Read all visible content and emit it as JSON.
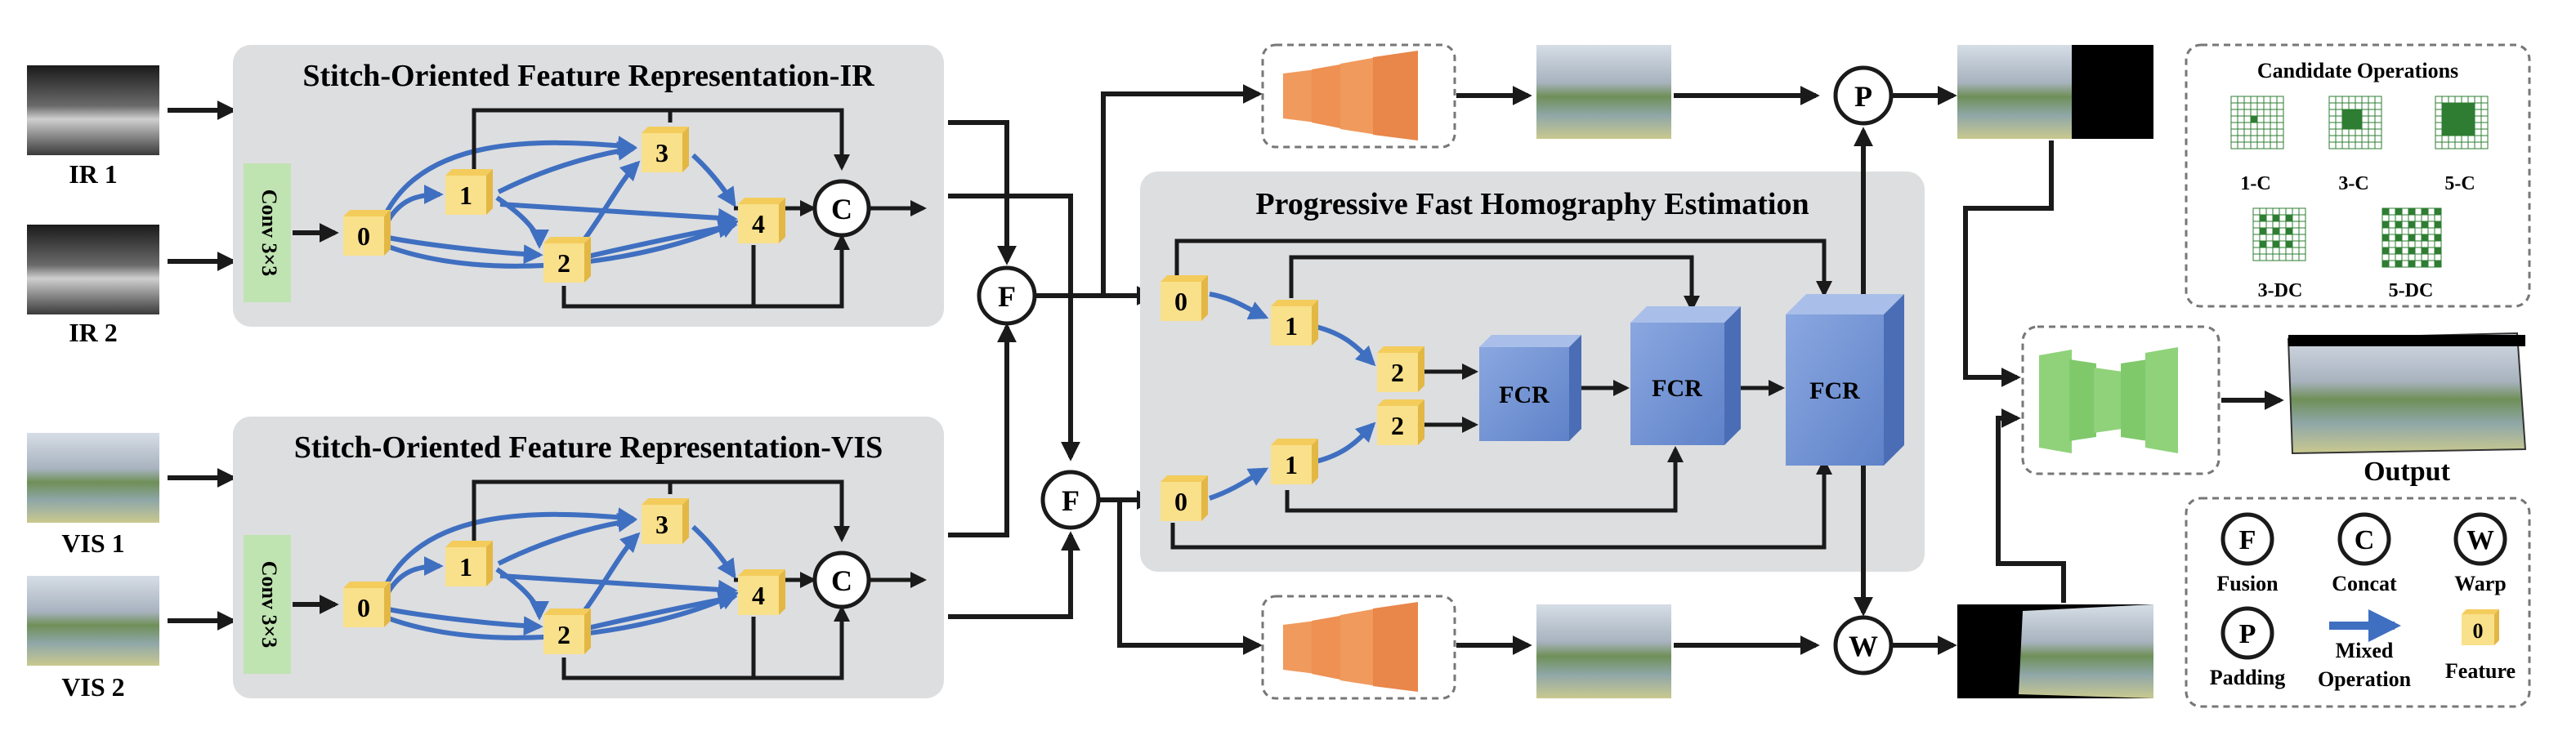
{
  "inputs": {
    "ir1": "IR 1",
    "ir2": "IR 2",
    "vis1": "VIS 1",
    "vis2": "VIS 2"
  },
  "modules": {
    "ir_title": "Stitch-Oriented Feature Representation-IR",
    "vis_title": "Stitch-Oriented Feature Representation-VIS",
    "conv_label": "Conv 3×3",
    "pfhe_title": "Progressive Fast Homography Estimation",
    "fcr_label": "FCR",
    "output_label": "Output"
  },
  "symbols": {
    "fusion": "F",
    "concat": "C",
    "padding": "P",
    "warp": "W"
  },
  "nodes": [
    "0",
    "1",
    "2",
    "3",
    "4"
  ],
  "candidate_operations": {
    "title": "Candidate Operations",
    "ops": [
      "1-C",
      "3-C",
      "5-C",
      "3-DC",
      "5-DC"
    ]
  },
  "legend": {
    "fusion": "Fusion",
    "concat": "Concat",
    "warp": "Warp",
    "padding": "Padding",
    "mixed_operation": "Mixed Operation",
    "feature": "Feature"
  },
  "colors": {
    "panel_gray": "#dddee0",
    "conv_green": "#bfe3b1",
    "node_yellow": "#f9e08a",
    "arrow_blue": "#3f6fc0",
    "fcr_blue": "#7a9ad8",
    "encoder_orange": "#f09a5d",
    "decoder_green": "#8fd27a",
    "grid_green": "#2e7d32"
  }
}
